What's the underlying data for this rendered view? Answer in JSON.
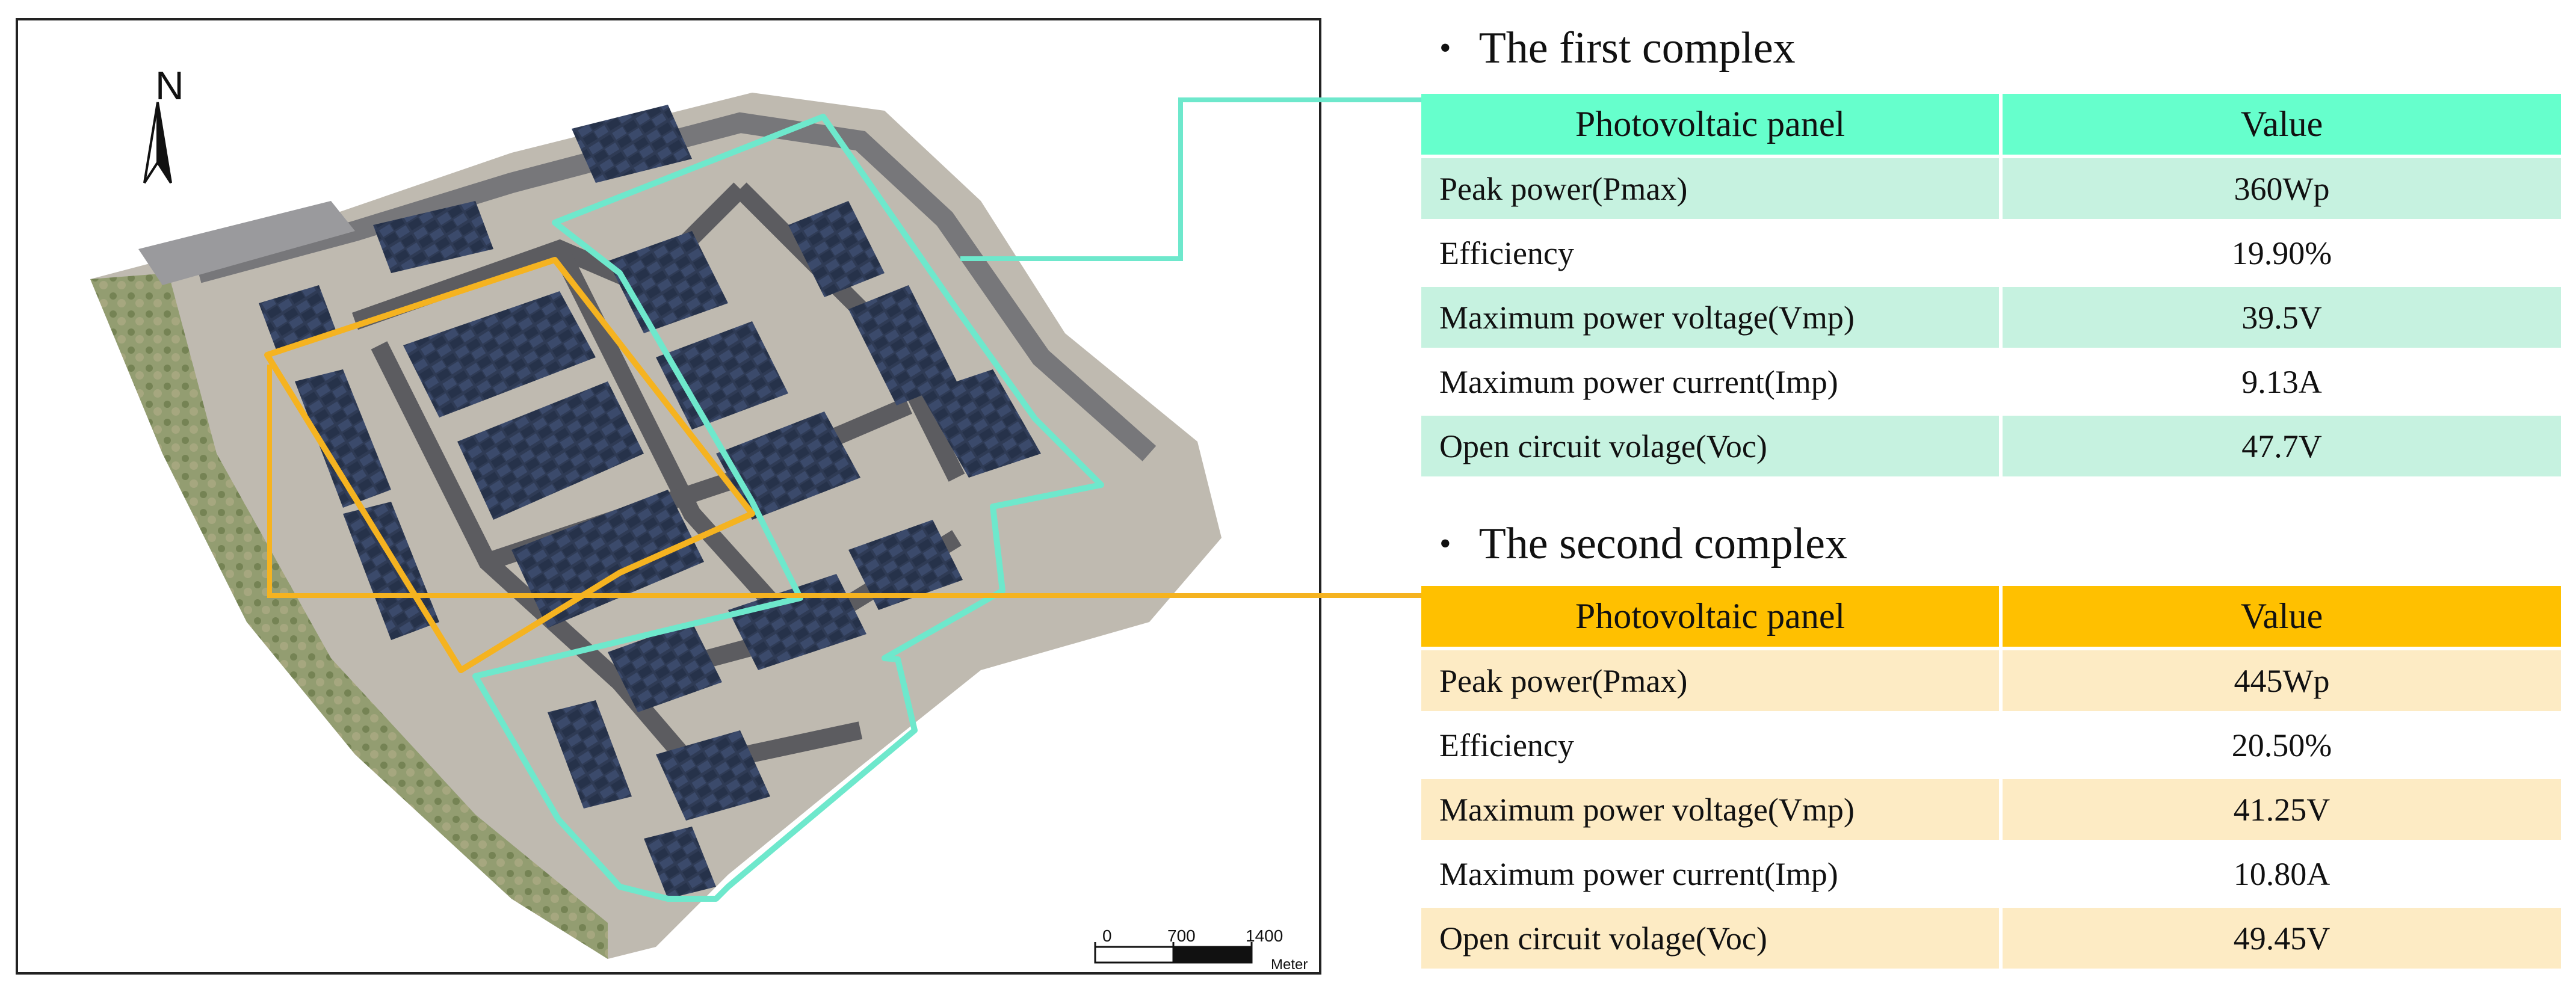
{
  "map": {
    "north_label": "N",
    "scale": {
      "ticks": [
        "0",
        "700",
        "1400"
      ],
      "unit": "Meter"
    }
  },
  "colors": {
    "first_complex": "#66ffcc",
    "first_complex_outline": "#6ee8cc",
    "second_complex": "#ffc000",
    "second_complex_outline": "#f5b320"
  },
  "first_complex": {
    "title": "The first complex",
    "header": {
      "panel": "Photovoltaic panel",
      "value": "Value"
    },
    "rows": [
      {
        "name": "Peak power(Pmax)",
        "value": "360Wp"
      },
      {
        "name": "Efficiency",
        "value": "19.90%"
      },
      {
        "name": "Maximum power voltage(Vmp)",
        "value": "39.5V"
      },
      {
        "name": "Maximum power current(Imp)",
        "value": "9.13A"
      },
      {
        "name": "Open circuit volage(Voc)",
        "value": "47.7V"
      }
    ]
  },
  "second_complex": {
    "title": "The second complex",
    "header": {
      "panel": "Photovoltaic panel",
      "value": "Value"
    },
    "rows": [
      {
        "name": "Peak power(Pmax)",
        "value": "445Wp"
      },
      {
        "name": "Efficiency",
        "value": "20.50%"
      },
      {
        "name": "Maximum power voltage(Vmp)",
        "value": "41.25V"
      },
      {
        "name": "Maximum power current(Imp)",
        "value": "10.80A"
      },
      {
        "name": "Open circuit volage(Voc)",
        "value": "49.45V"
      }
    ]
  }
}
